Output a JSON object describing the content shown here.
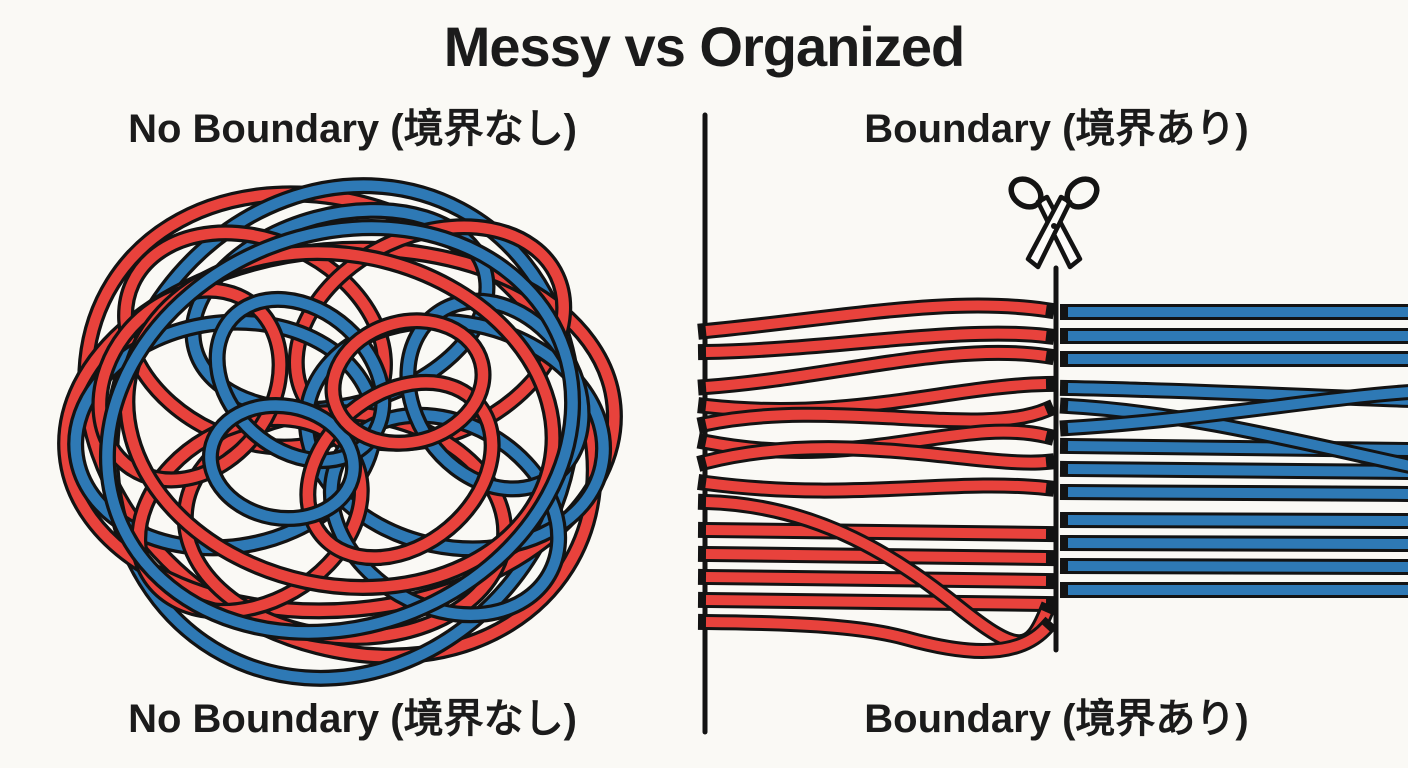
{
  "header": {
    "title": "Messy vs Organized"
  },
  "left_panel": {
    "top_label": "No Boundary (境界なし)",
    "bottom_label": "No Boundary (境界なし)",
    "illustration": "tangled-wires-ball",
    "wire_colors": [
      "red",
      "blue"
    ]
  },
  "right_panel": {
    "top_label": "Boundary (境界あり)",
    "bottom_label": "Boundary (境界あり)",
    "icon": "scissors-icon",
    "illustration": "separated-wire-bundles",
    "left_bundle_color": "red",
    "right_bundle_color": "blue",
    "red_wire_count": 14,
    "blue_wire_count": 13
  },
  "colors": {
    "background": "#FAF9F5",
    "text": "#1B1B1B",
    "wire_red": "#E8423C",
    "wire_blue": "#2E79B5",
    "wire_outline": "#131313"
  }
}
